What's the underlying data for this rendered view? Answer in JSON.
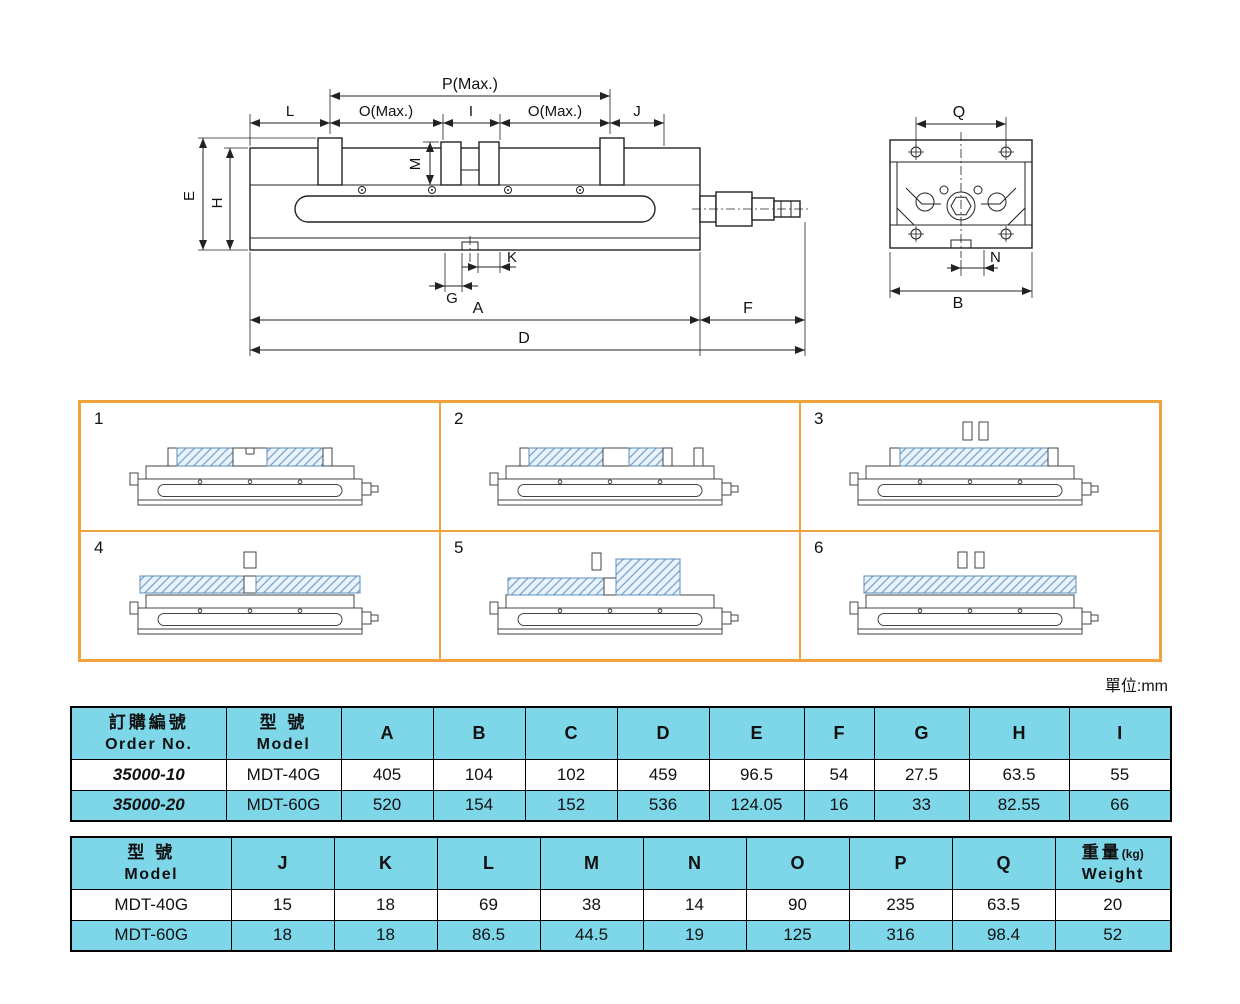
{
  "drawing": {
    "dim_labels": {
      "P": "P(Max.)",
      "L": "L",
      "O": "O(Max.)",
      "I": "I",
      "J": "J",
      "M": "M",
      "E": "E",
      "H": "H",
      "K": "K",
      "G": "G",
      "A": "A",
      "F": "F",
      "D": "D",
      "Q": "Q",
      "N": "N",
      "B": "B"
    }
  },
  "panels": [
    {
      "number": "1"
    },
    {
      "number": "2"
    },
    {
      "number": "3"
    },
    {
      "number": "4"
    },
    {
      "number": "5"
    },
    {
      "number": "6"
    }
  ],
  "unit_label": "單位:mm",
  "table1": {
    "header": {
      "order_no_zh": "訂購編號",
      "order_no_en": "Order No.",
      "model_zh": "型 號",
      "model_en": "Model",
      "dims": [
        "A",
        "B",
        "C",
        "D",
        "E",
        "F",
        "G",
        "H",
        "I"
      ]
    },
    "rows": [
      {
        "order_no": "35000-10",
        "model": "MDT-40G",
        "values": [
          "405",
          "104",
          "102",
          "459",
          "96.5",
          "54",
          "27.5",
          "63.5",
          "55"
        ]
      },
      {
        "order_no": "35000-20",
        "model": "MDT-60G",
        "values": [
          "520",
          "154",
          "152",
          "536",
          "124.05",
          "16",
          "33",
          "82.55",
          "66"
        ]
      }
    ]
  },
  "table2": {
    "header": {
      "model_zh": "型 號",
      "model_en": "Model",
      "dims": [
        "J",
        "K",
        "L",
        "M",
        "N",
        "O",
        "P",
        "Q"
      ],
      "weight_zh": "重量",
      "weight_unit": "(kg)",
      "weight_en": "Weight"
    },
    "rows": [
      {
        "model": "MDT-40G",
        "values": [
          "15",
          "18",
          "69",
          "38",
          "14",
          "90",
          "235",
          "63.5"
        ],
        "weight": "20"
      },
      {
        "model": "MDT-60G",
        "values": [
          "18",
          "18",
          "86.5",
          "44.5",
          "19",
          "125",
          "316",
          "98.4"
        ],
        "weight": "52"
      }
    ]
  }
}
